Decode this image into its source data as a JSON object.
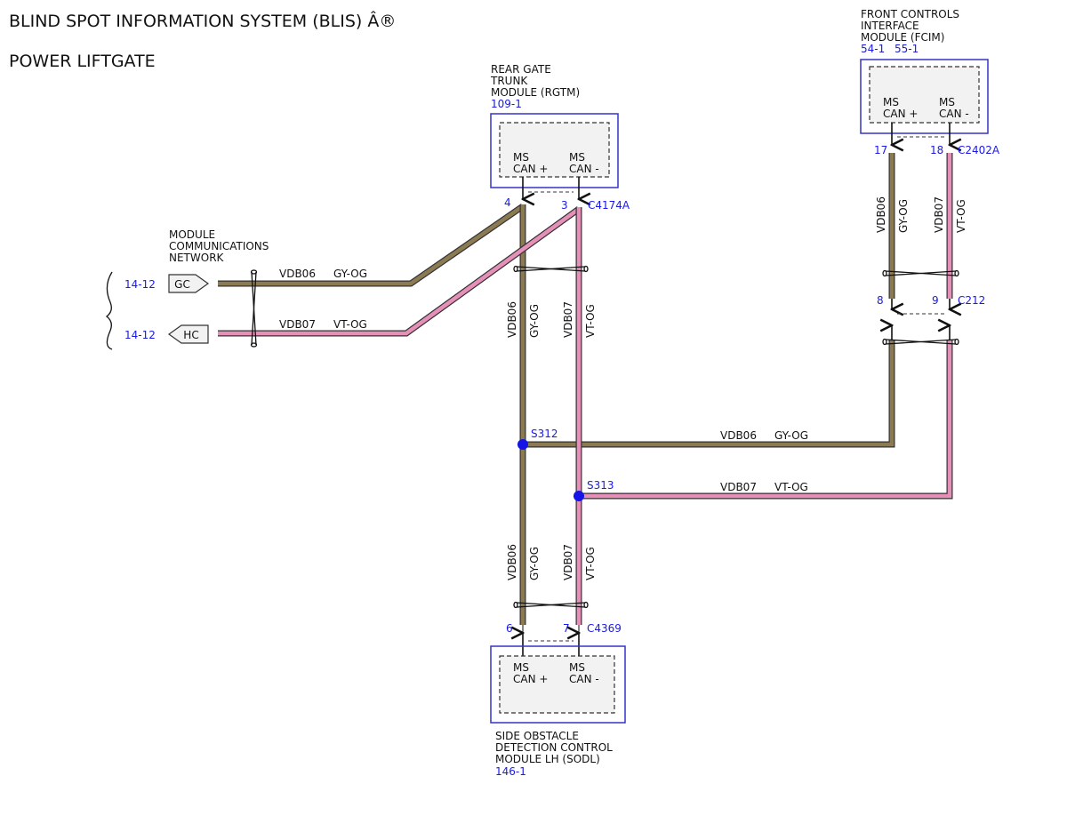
{
  "title": "BLIND SPOT INFORMATION SYSTEM (BLIS) Â®",
  "subtitle": "POWER LIFTGATE",
  "colors": {
    "gy_og": "#8c7a52",
    "vt_og": "#e68fb8",
    "module_border": "#3333cc",
    "ref_text": "#1a1ae6",
    "splice": "#1414e6"
  },
  "network": {
    "label": [
      "MODULE",
      "COMMUNICATIONS",
      "NETWORK"
    ],
    "gc": {
      "text": "GC",
      "page_ref": "14-12",
      "circuit": "VDB06",
      "color": "GY-OG"
    },
    "hc": {
      "text": "HC",
      "page_ref": "14-12",
      "circuit": "VDB07",
      "color": "VT-OG"
    }
  },
  "rgtm": {
    "name": [
      "REAR GATE",
      "TRUNK",
      "MODULE (RGTM)"
    ],
    "ref": "109-1",
    "pin_pos_label": [
      "MS",
      "CAN +"
    ],
    "pin_neg_label": [
      "MS",
      "CAN -"
    ],
    "pin_pos": "4",
    "pin_neg": "3",
    "connector": "C4174A"
  },
  "fcim": {
    "name": [
      "FRONT CONTROLS",
      "INTERFACE",
      "MODULE (FCIM)"
    ],
    "refs": [
      "54-1",
      "55-1"
    ],
    "pin_pos_label": [
      "MS",
      "CAN +"
    ],
    "pin_neg_label": [
      "MS",
      "CAN -"
    ],
    "pin_pos": "17",
    "pin_neg": "18",
    "connector": "C2402A",
    "inline_pin_pos": "8",
    "inline_pin_neg": "9",
    "inline_connector": "C212"
  },
  "sodl": {
    "name": [
      "SIDE OBSTACLE",
      "DETECTION CONTROL",
      "MODULE LH (SODL)"
    ],
    "ref": "146-1",
    "pin_pos_label": [
      "MS",
      "CAN +"
    ],
    "pin_neg_label": [
      "MS",
      "CAN -"
    ],
    "pin_pos": "6",
    "pin_neg": "7",
    "connector": "C4369"
  },
  "splices": {
    "s312": "S312",
    "s313": "S313"
  },
  "circuits": {
    "pos": {
      "id": "VDB06",
      "color": "GY-OG"
    },
    "neg": {
      "id": "VDB07",
      "color": "VT-OG"
    }
  }
}
